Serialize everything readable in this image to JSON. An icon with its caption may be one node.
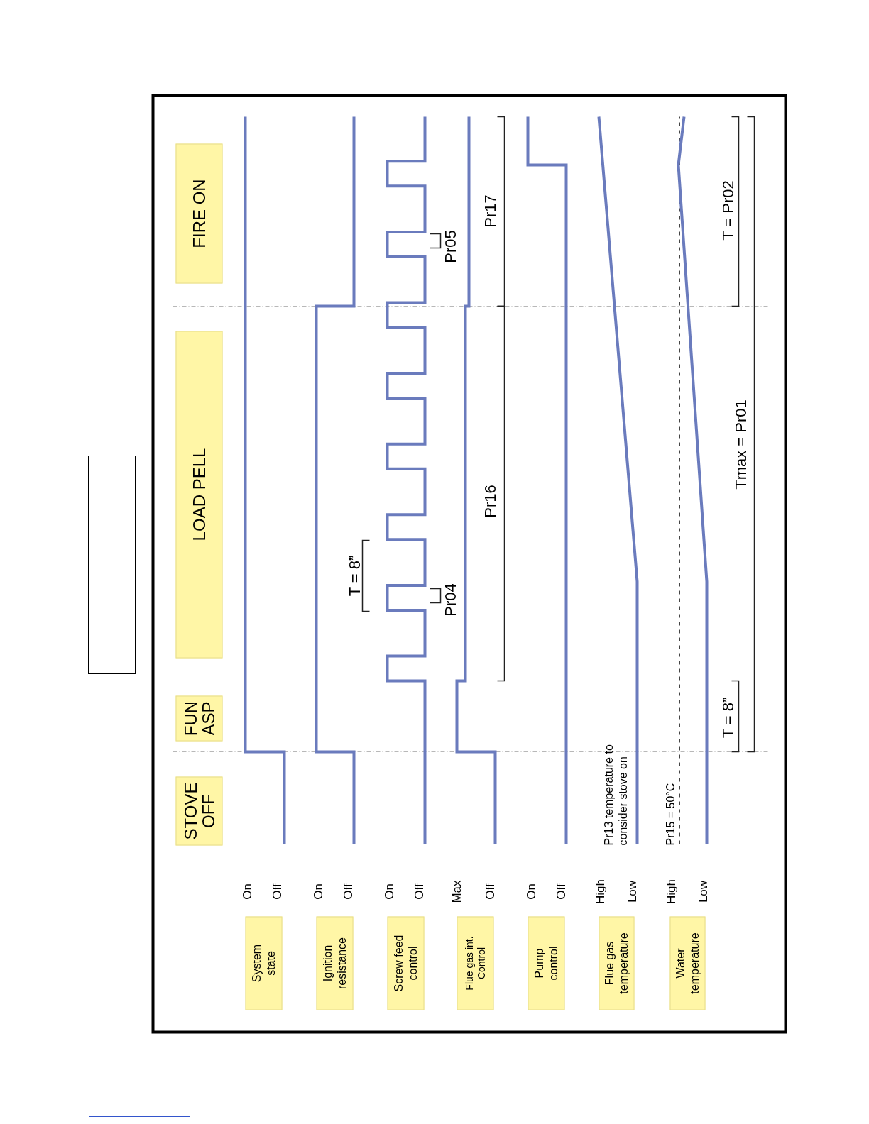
{
  "diagram": {
    "nodes": [
      {
        "text": [
          "STOVE OFF"
        ]
      },
      {
        "text": [
          "FUN ASP"
        ]
      },
      {
        "text": [
          "LOAD PELL"
        ]
      },
      {
        "text": [
          "FIRE ON"
        ]
      },
      {
        "text": [
          "System state"
        ]
      },
      {
        "text": [
          "Ignition resistance"
        ]
      },
      {
        "text": [
          "Screw feed control"
        ]
      },
      {
        "text": [
          "Flue gas int. Control"
        ]
      },
      {
        "text": [
          "Pump control"
        ]
      },
      {
        "text": [
          "Flue gas temperature"
        ]
      },
      {
        "text": [
          "Water temperature"
        ]
      },
      {
        "text": [],
        "shape": "box"
      }
    ],
    "labels": [
      "On",
      "Off",
      "On",
      "Off",
      "On",
      "Off",
      "Max",
      "Off",
      "On",
      "Off",
      "High",
      "Low",
      "High",
      "Low",
      "T = 8”",
      "Pr04",
      "Pr05",
      "Pr16",
      "Pr17",
      "Pr13 temperature to consider stove on",
      "Pr15 = 50°C",
      "T = 8”",
      "T = Pr02",
      "Tmax = Pr01"
    ]
  }
}
